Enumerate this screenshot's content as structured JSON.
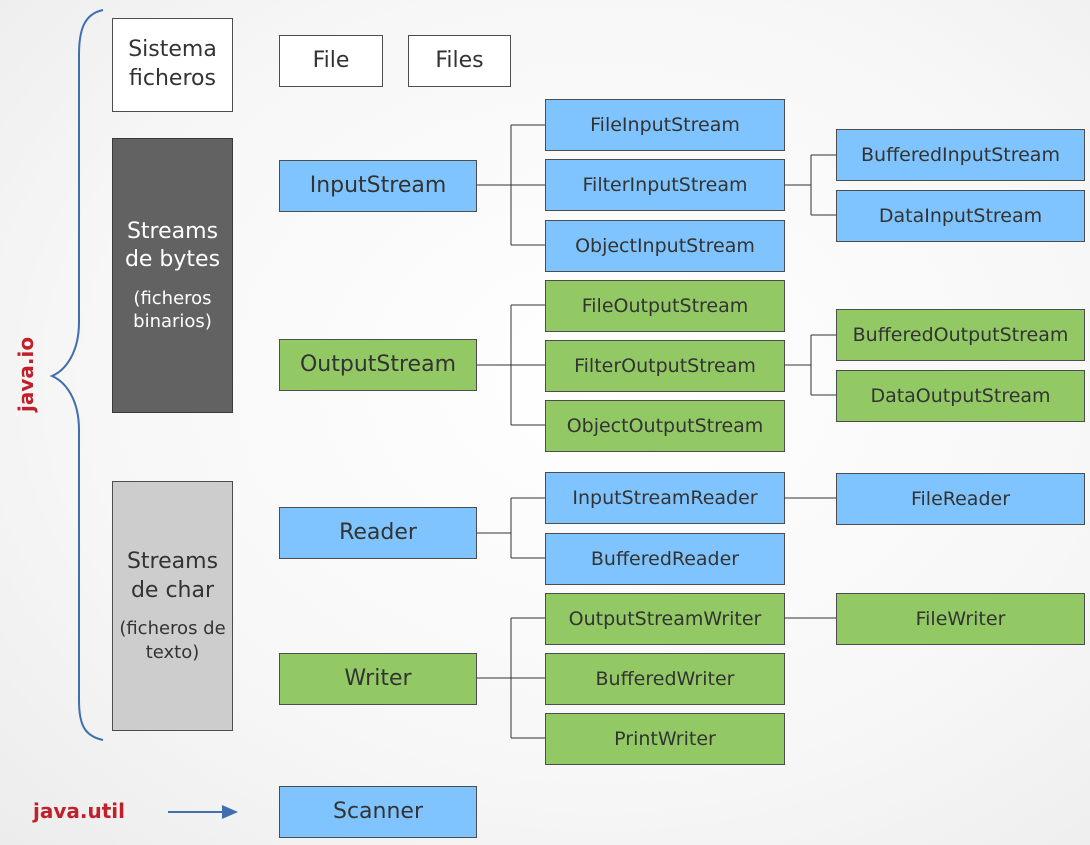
{
  "colors": {
    "blue": "#7fc4ff",
    "green": "#92c964",
    "dark": "#626262",
    "light": "#cdcdcd",
    "brace": "#3f6fae",
    "package_label": "#c0202a"
  },
  "packages": {
    "io": "java.io",
    "util": "java.util"
  },
  "categories": {
    "filesystem": {
      "title": "Sistema ficheros"
    },
    "byte_streams": {
      "title": "Streams de bytes",
      "subtitle": "(ficheros binarios)"
    },
    "char_streams": {
      "title": "Streams de char",
      "subtitle": "(ficheros de texto)"
    }
  },
  "classes": {
    "file": "File",
    "files": "Files",
    "input_stream": "InputStream",
    "file_input_stream": "FileInputStream",
    "filter_input_stream": "FilterInputStream",
    "object_input_stream": "ObjectInputStream",
    "buffered_input_stream": "BufferedInputStream",
    "data_input_stream": "DataInputStream",
    "output_stream": "OutputStream",
    "file_output_stream": "FileOutputStream",
    "filter_output_stream": "FilterOutputStream",
    "object_output_stream": "ObjectOutputStream",
    "buffered_output_stream": "BufferedOutputStream",
    "data_output_stream": "DataOutputStream",
    "reader": "Reader",
    "input_stream_reader": "InputStreamReader",
    "buffered_reader": "BufferedReader",
    "file_reader": "FileReader",
    "writer": "Writer",
    "output_stream_writer": "OutputStreamWriter",
    "buffered_writer": "BufferedWriter",
    "print_writer": "PrintWriter",
    "file_writer": "FileWriter",
    "scanner": "Scanner"
  }
}
